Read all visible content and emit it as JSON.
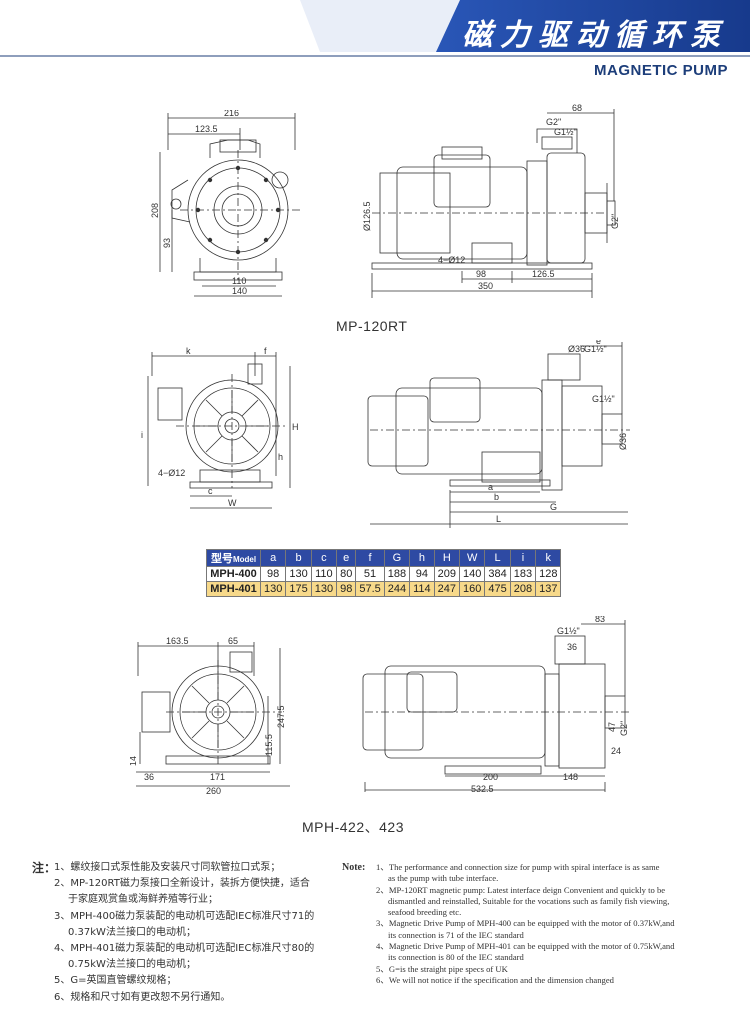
{
  "header": {
    "title_cn": "磁力驱动循环泵",
    "title_en": "MAGNETIC PUMP",
    "band_color": "#2a57b8"
  },
  "drawing1": {
    "caption": "MP-120RT",
    "front": {
      "w_total": "216",
      "w_part": "123.5",
      "h_total": "208",
      "h_center": "93",
      "base_inner": "110",
      "base_outer": "140"
    },
    "side": {
      "top_right": "68",
      "g_top": "G2\"",
      "g_small": "G1½\"",
      "phi_motor": "Ø126.5",
      "g_right": "G2\"",
      "holes": "4−Ø12",
      "d98": "98",
      "d126": "126.5",
      "d350": "350"
    }
  },
  "drawing2": {
    "front": {
      "k": "k",
      "f": "f",
      "H": "H",
      "h": "h",
      "i": "i",
      "holes": "4−Ø12",
      "c": "c",
      "W": "W"
    },
    "side": {
      "e": "e",
      "phi36a": "Ø36",
      "g_top": "G1½\"",
      "g_right": "G1½\"",
      "phi36b": "Ø36",
      "a": "a",
      "b": "b",
      "G": "G",
      "L": "L"
    }
  },
  "spec_table": {
    "model_label": "型号",
    "model_label_en": "Model",
    "columns": [
      "a",
      "b",
      "c",
      "e",
      "f",
      "G",
      "h",
      "H",
      "W",
      "L",
      "i",
      "k"
    ],
    "rows": [
      {
        "model": "MPH-400",
        "values": [
          "98",
          "130",
          "110",
          "80",
          "51",
          "188",
          "94",
          "209",
          "140",
          "384",
          "183",
          "128"
        ]
      },
      {
        "model": "MPH-401",
        "values": [
          "130",
          "175",
          "130",
          "98",
          "57.5",
          "244",
          "114",
          "247",
          "160",
          "475",
          "208",
          "137"
        ]
      }
    ]
  },
  "drawing3": {
    "caption": "MPH-422、423",
    "front": {
      "d163": "163.5",
      "d65": "65",
      "d247": "247.5",
      "d115": "115.5",
      "d14": "14",
      "d36": "36",
      "d171": "171",
      "d260": "260"
    },
    "side": {
      "g_top": "G1½\"",
      "d83": "83",
      "d36": "36",
      "d47": "47",
      "g_right": "G2\"",
      "d24": "24",
      "d200": "200",
      "d148": "148",
      "d532": "532.5"
    }
  },
  "notes_cn": {
    "label": "注：",
    "lines": [
      "1、螺纹接口式泵性能及安装尺寸同软管拉口式泵；",
      "2、MP-120RT磁力泵接口全新设计，装拆方便快捷，适合",
      "于家庭观赏鱼或海鲜养殖等行业；",
      "3、MPH-400磁力泵装配的电动机可选配IEC标准尺寸71的",
      "0.37kW法兰接口的电动机；",
      "4、MPH-401磁力泵装配的电动机可选配IEC标准尺寸80的",
      "0.75kW法兰接口的电动机；",
      "5、G=英国直管螺纹规格；",
      "6、规格和尺寸如有更改恕不另行通知。"
    ]
  },
  "notes_en": {
    "label": "Note:",
    "lines": [
      "1、The performance and connection size for pump with spiral interface is as same",
      "as the pump with tube interface.",
      "2、MP-120RT magnetic pump: Latest interface deign Convenient and quickly to be",
      "dismantled and reinstalled, Suitable for the vocations such as family fish viewing,",
      "seafood breeding etc.",
      "3、Magnetic Drive Pump of MPH-400 can be equipped with the motor of 0.37kW,and",
      "its connection is 71 of the IEC standard",
      "4、Magnetic Drive Pump of MPH-401 can be equipped with the motor of 0.75kW,and",
      "its connection is 80 of the IEC standard",
      "5、G=is the straight pipe specs of UK",
      "6、We will not notice if the specification and the dimension changed"
    ]
  }
}
